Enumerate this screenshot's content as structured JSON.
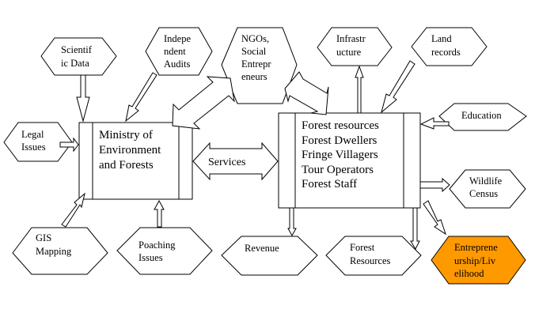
{
  "diagram": {
    "accent_color": "#FF9900",
    "ministry": {
      "lines": [
        "Ministry of",
        "Environment",
        "and Forests"
      ]
    },
    "forest_box": {
      "lines": [
        "Forest resources",
        "Forest Dwellers",
        "Fringe Villagers",
        "Tour Operators",
        "Forest Staff"
      ]
    },
    "services_label": "Services",
    "nodes": {
      "scientific_data": [
        "Scientif",
        "ic Data"
      ],
      "independent_audits": [
        "Indepe",
        "ndent",
        "Audits"
      ],
      "ngos": [
        "NGOs,",
        "Social",
        "Entrepr",
        "eneurs"
      ],
      "infrastructure": [
        "Infrastr",
        "ucture"
      ],
      "land_records": [
        "Land",
        "records"
      ],
      "legal_issues": [
        "Legal",
        "Issues"
      ],
      "education": [
        "Education"
      ],
      "wildlife_census": [
        "Wildlife",
        "Census"
      ],
      "gis_mapping": [
        "GIS",
        "Mapping"
      ],
      "poaching_issues": [
        "Poaching",
        "Issues"
      ],
      "revenue": [
        "Revenue"
      ],
      "forest_resources": [
        "Forest",
        "Resources"
      ],
      "entrepreneurship": [
        "Entreprene",
        "urship/Liv",
        "elihood"
      ]
    }
  }
}
